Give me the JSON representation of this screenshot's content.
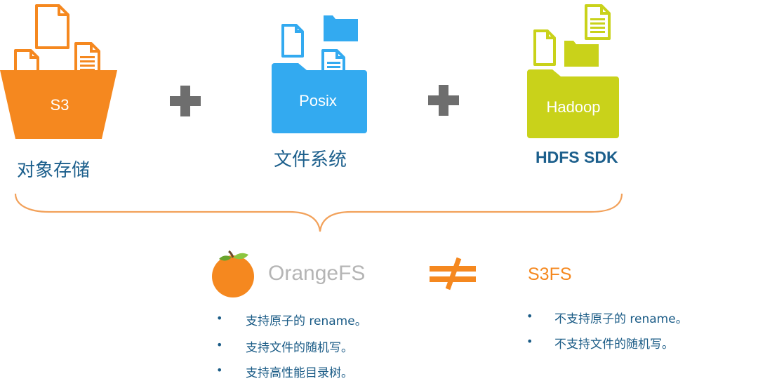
{
  "s3": {
    "badge": "S3",
    "caption": "对象存储"
  },
  "posix": {
    "badge": "Posix",
    "caption": "文件系统"
  },
  "hadoop": {
    "badge": "Hadoop",
    "caption": "HDFS SDK"
  },
  "orangefs": {
    "name": "OrangeFS",
    "features": [
      "支持原子的 rename。",
      "支持文件的随机写。",
      "支持高性能目录树。"
    ]
  },
  "s3fs": {
    "name": "S3FS",
    "features": [
      "不支持原子的 rename。",
      "不支持文件的随机写。"
    ]
  },
  "bullet_glyph": "•",
  "colors": {
    "orange": "#f5881f",
    "blue": "#33aaf0",
    "lime": "#c9d21a",
    "gray": "#6e6e6e",
    "caption_blue": "#1c5f8c",
    "orangefs_text": "#b5b5b5"
  }
}
